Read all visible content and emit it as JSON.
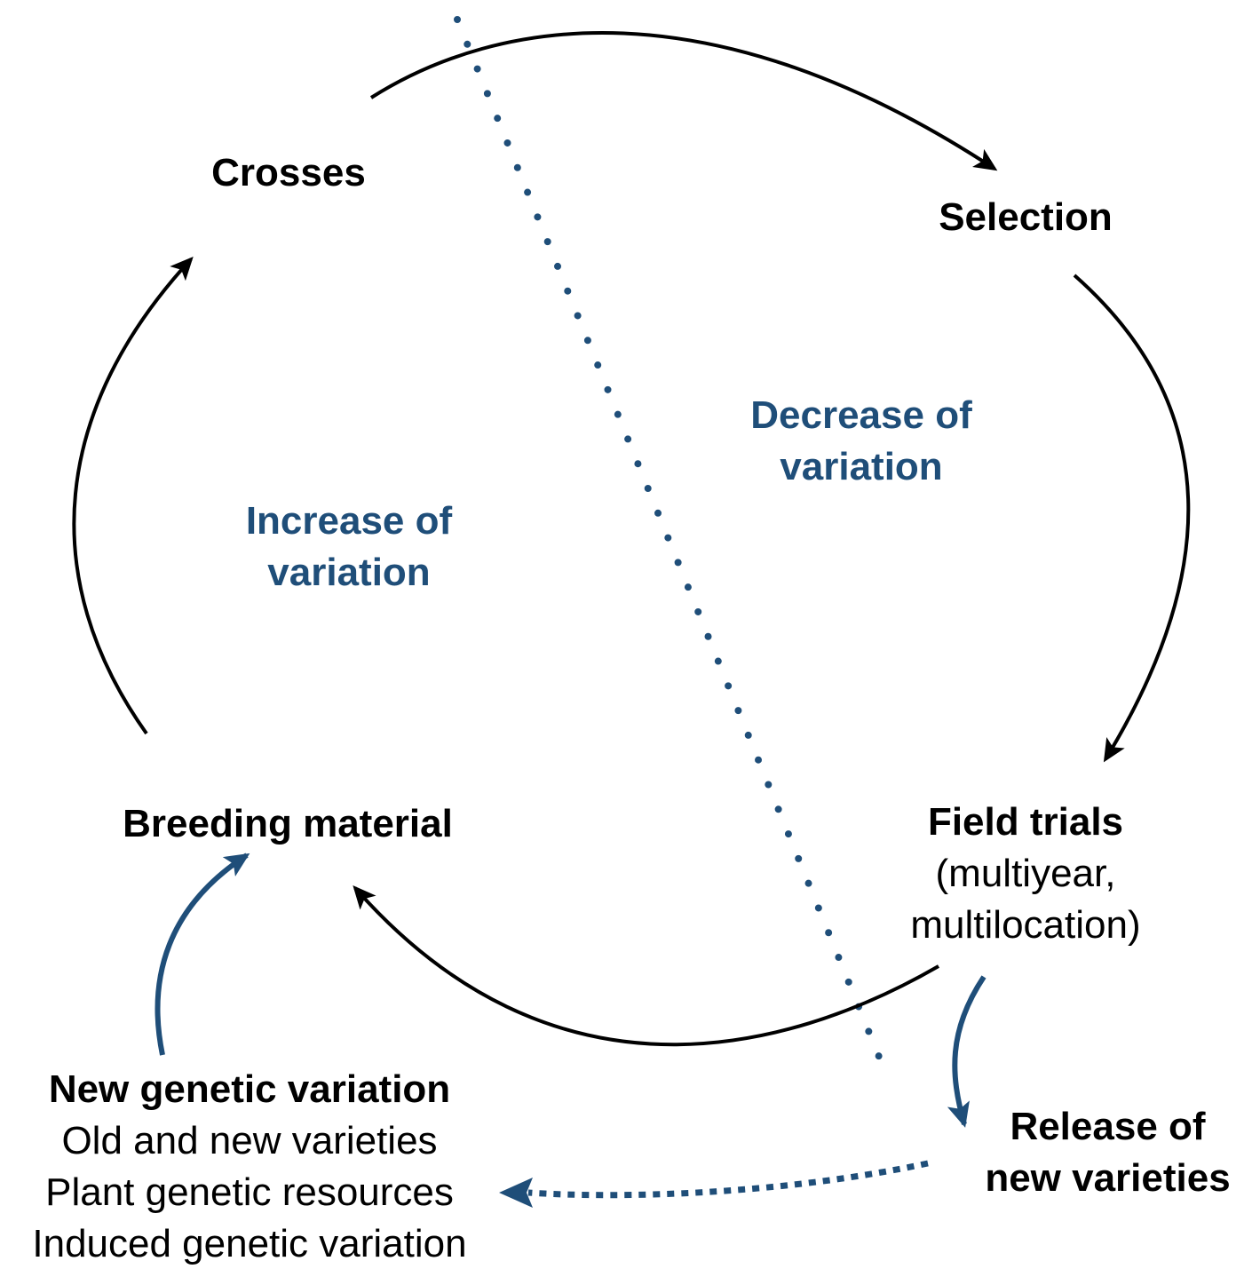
{
  "nodes": {
    "crosses": "Crosses",
    "selection": "Selection",
    "field_trials": {
      "title": "Field trials",
      "line1": "(multiyear,",
      "line2": "multilocation)"
    },
    "breeding_material": "Breeding material",
    "release": {
      "line1": "Release of",
      "line2": "new varieties"
    },
    "new_variation": {
      "title": "New genetic variation",
      "items": [
        "Old and new varieties",
        "Plant genetic resources",
        "Induced genetic variation"
      ]
    }
  },
  "regions": {
    "decrease": {
      "line1": "Decrease of",
      "line2": "variation"
    },
    "increase": {
      "line1": "Increase of",
      "line2": "variation"
    }
  },
  "colors": {
    "cycle_arrow": "#000000",
    "accent": "#1f4e79"
  }
}
